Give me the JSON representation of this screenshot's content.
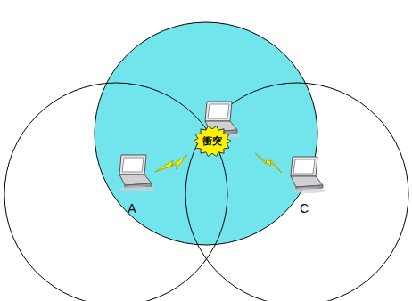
{
  "diagram": {
    "nodes": [
      {
        "text": [
          "衝突"
        ]
      }
    ],
    "labels": [
      "A",
      "C"
    ]
  }
}
